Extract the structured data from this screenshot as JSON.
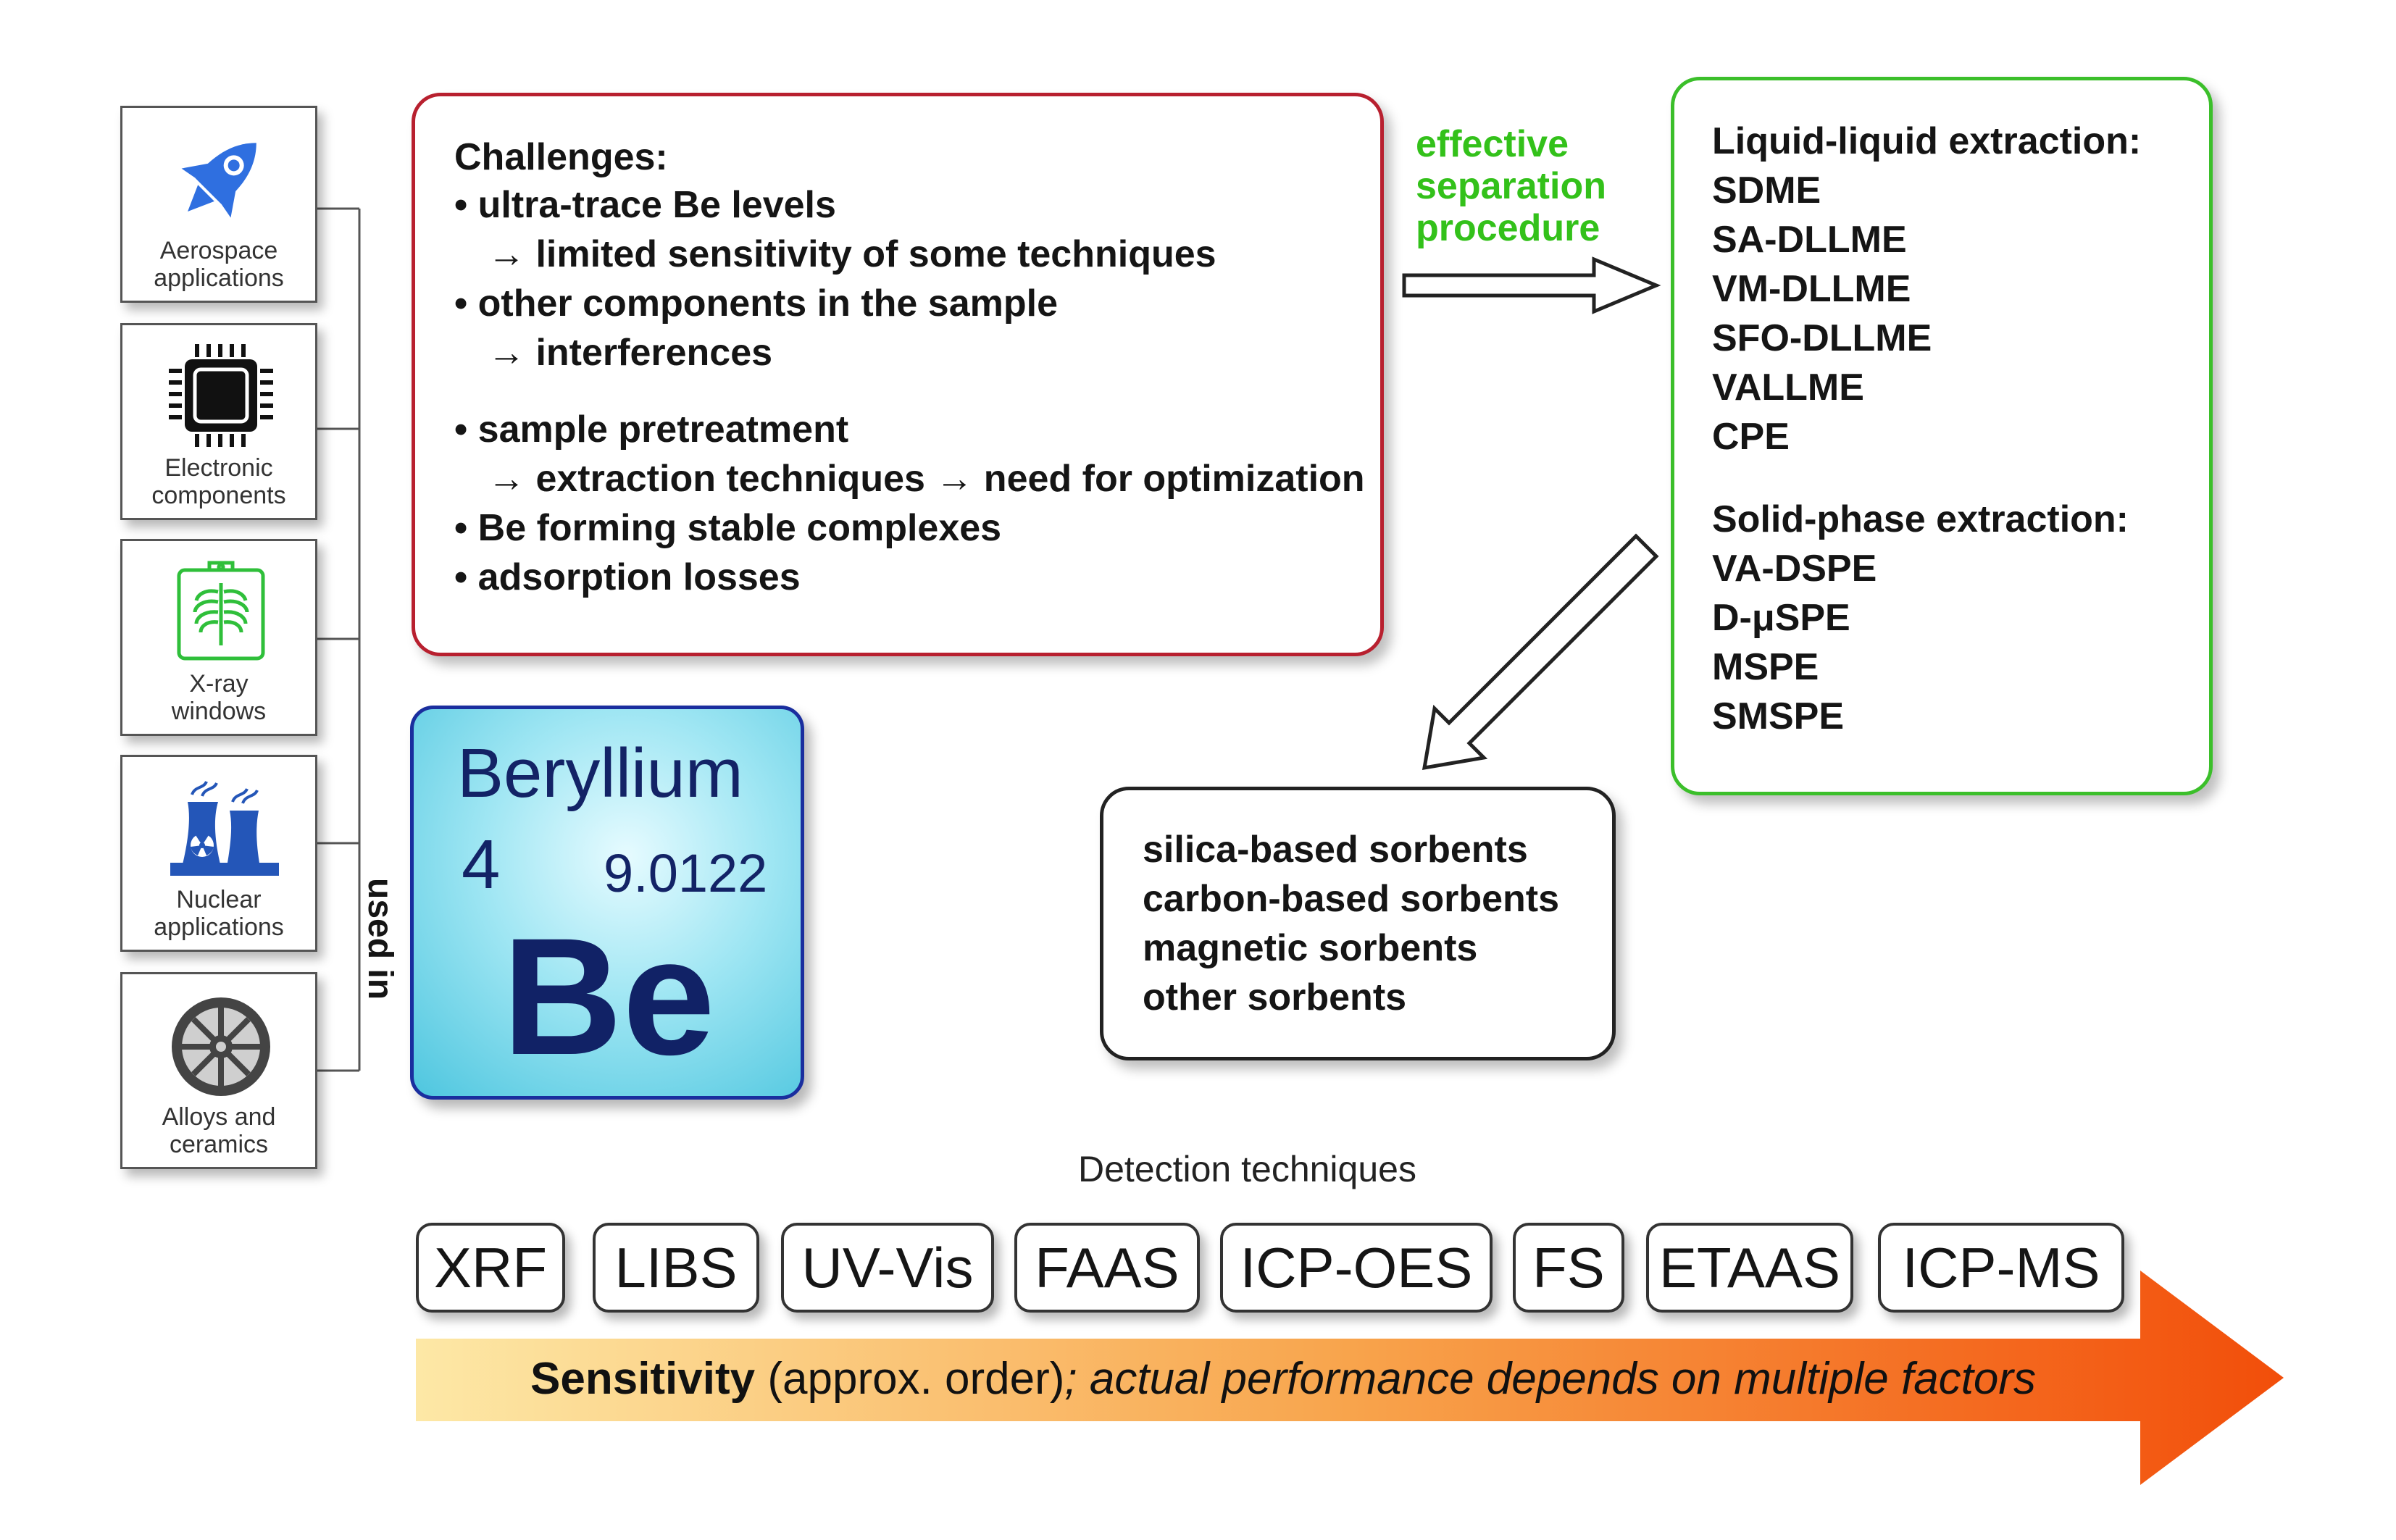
{
  "applications": [
    {
      "line1": "Aerospace",
      "line2": "applications",
      "icon": "rocket-icon"
    },
    {
      "line1": "Electronic",
      "line2": "components",
      "icon": "chip-icon"
    },
    {
      "line1": "X-ray",
      "line2": "windows",
      "icon": "xray-icon"
    },
    {
      "line1": "Nuclear",
      "line2": "applications",
      "icon": "nuclear-plant-icon"
    },
    {
      "line1": "Alloys and",
      "line2": "ceramics",
      "icon": "wheel-icon"
    }
  ],
  "used_in": "used in",
  "element": {
    "name": "Beryllium",
    "number": "4",
    "mass": "9.0122",
    "symbol": "Be"
  },
  "challenges": {
    "title": "Challenges:",
    "lines": [
      "• ultra-trace Be levels",
      "→ limited sensitivity of some techniques",
      "• other components in the sample",
      "→ interferences",
      "• sample pretreatment",
      "→ extraction techniques → need for optimization",
      "• Be forming stable complexes",
      "• adsorption losses"
    ]
  },
  "separation_label": [
    "effective",
    "separation",
    "procedure"
  ],
  "extraction": {
    "liquid_title": "Liquid-liquid extraction:",
    "liquid_items": [
      "SDME",
      "SA-DLLME",
      "VM-DLLME",
      "SFO-DLLME",
      "VALLME",
      "CPE"
    ],
    "solid_title": "Solid-phase extraction:",
    "solid_items": [
      "VA-DSPE",
      "D-μSPE",
      "MSPE",
      "SMSPE"
    ]
  },
  "sorbents": [
    "silica-based sorbents",
    "carbon-based sorbents",
    "magnetic sorbents",
    "other sorbents"
  ],
  "detection": {
    "title": "Detection techniques",
    "techniques": [
      "XRF",
      "LIBS",
      "UV-Vis",
      "FAAS",
      "ICP-OES",
      "FS",
      "ETAAS",
      "ICP-MS"
    ]
  },
  "sensitivity": {
    "bold": "Sensitivity",
    "normal": " (approx. order)",
    "italic": "; actual performance depends on multiple factors"
  },
  "colors": {
    "challenge_border": "#b8202f",
    "extraction_border": "#3bbf2a",
    "separation_text": "#33c11a",
    "be_tile_border": "#1a2e9e",
    "arrow_start": "#fde39a",
    "arrow_end": "#f24e0a"
  }
}
